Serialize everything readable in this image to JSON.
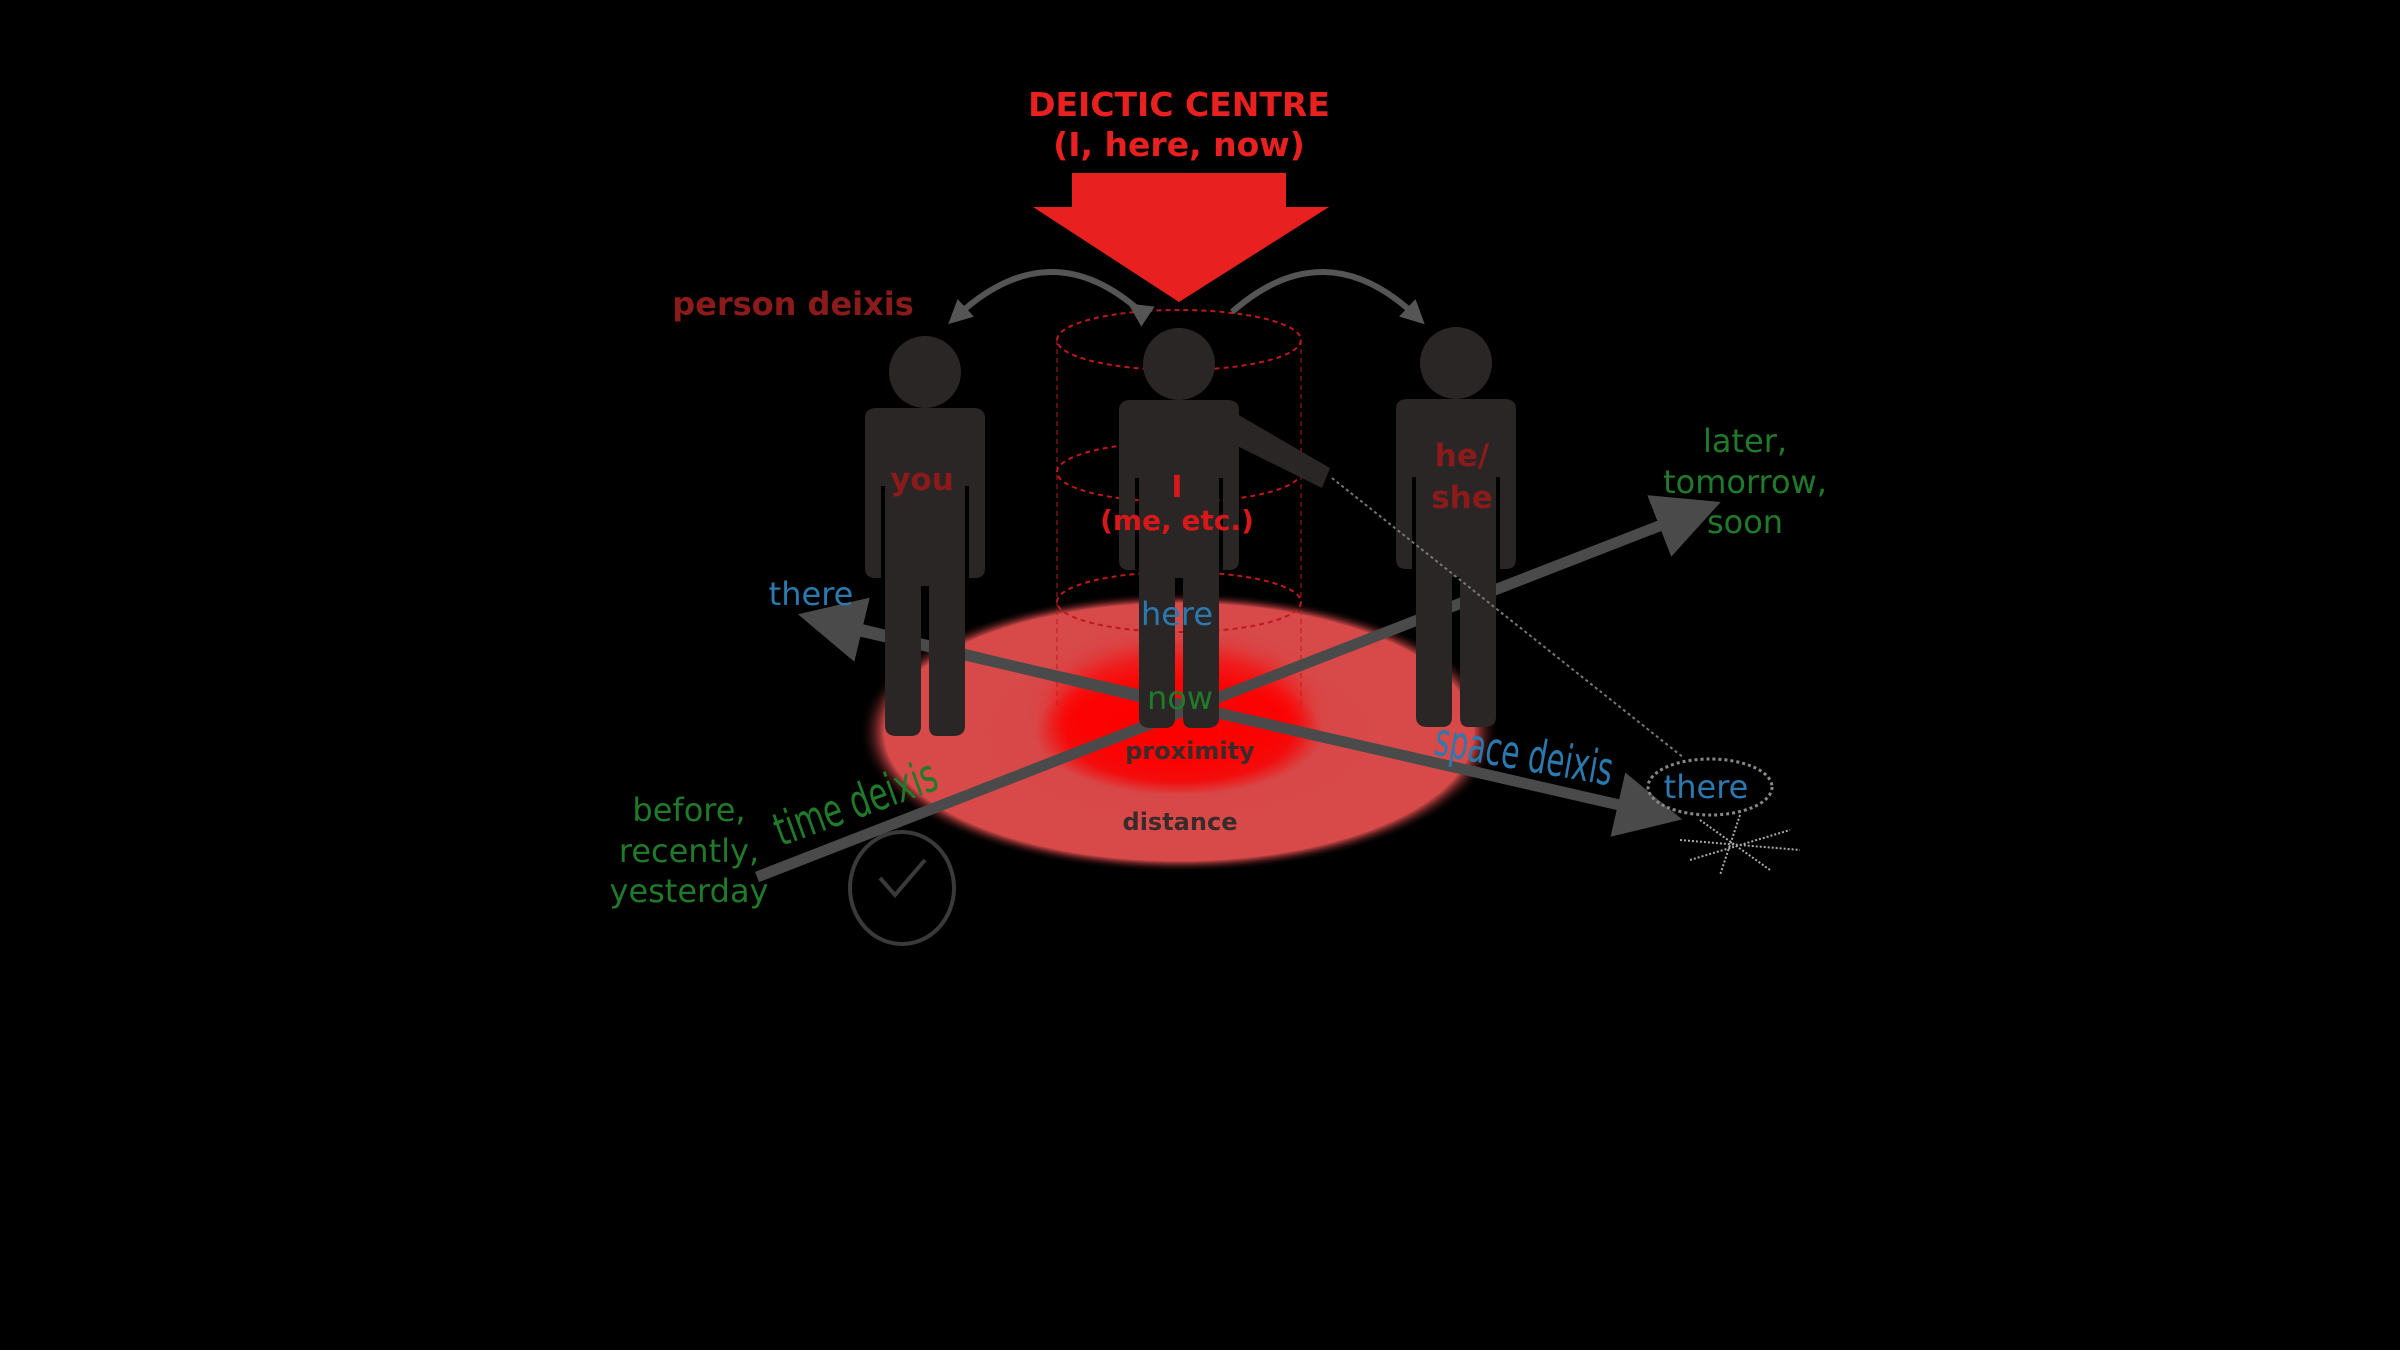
{
  "title": {
    "line1": "DEICTIC CENTRE",
    "line2": "(I, here, now)"
  },
  "person_deixis": "person deixis",
  "people": {
    "you": "you",
    "i": "I",
    "i_sub": "(me, etc.)",
    "he_line1": "he/",
    "he_line2": "she"
  },
  "space": {
    "there_left": "there",
    "here": "here",
    "there_right": "there",
    "label": "space deixis"
  },
  "time": {
    "now": "now",
    "label": "time deixis",
    "future": [
      "later,",
      "tomorrow,",
      "soon"
    ],
    "past": [
      "before,",
      "recently,",
      "yesterday"
    ]
  },
  "zones": {
    "proximity": "proximity",
    "distance": "distance"
  },
  "colors": {
    "red": "#e8201f",
    "dark_red": "#8b1a1a",
    "green": "#1f7a2a",
    "blue": "#2a7ab0",
    "figure": "#2b2626",
    "axis": "#4a4a4a"
  }
}
